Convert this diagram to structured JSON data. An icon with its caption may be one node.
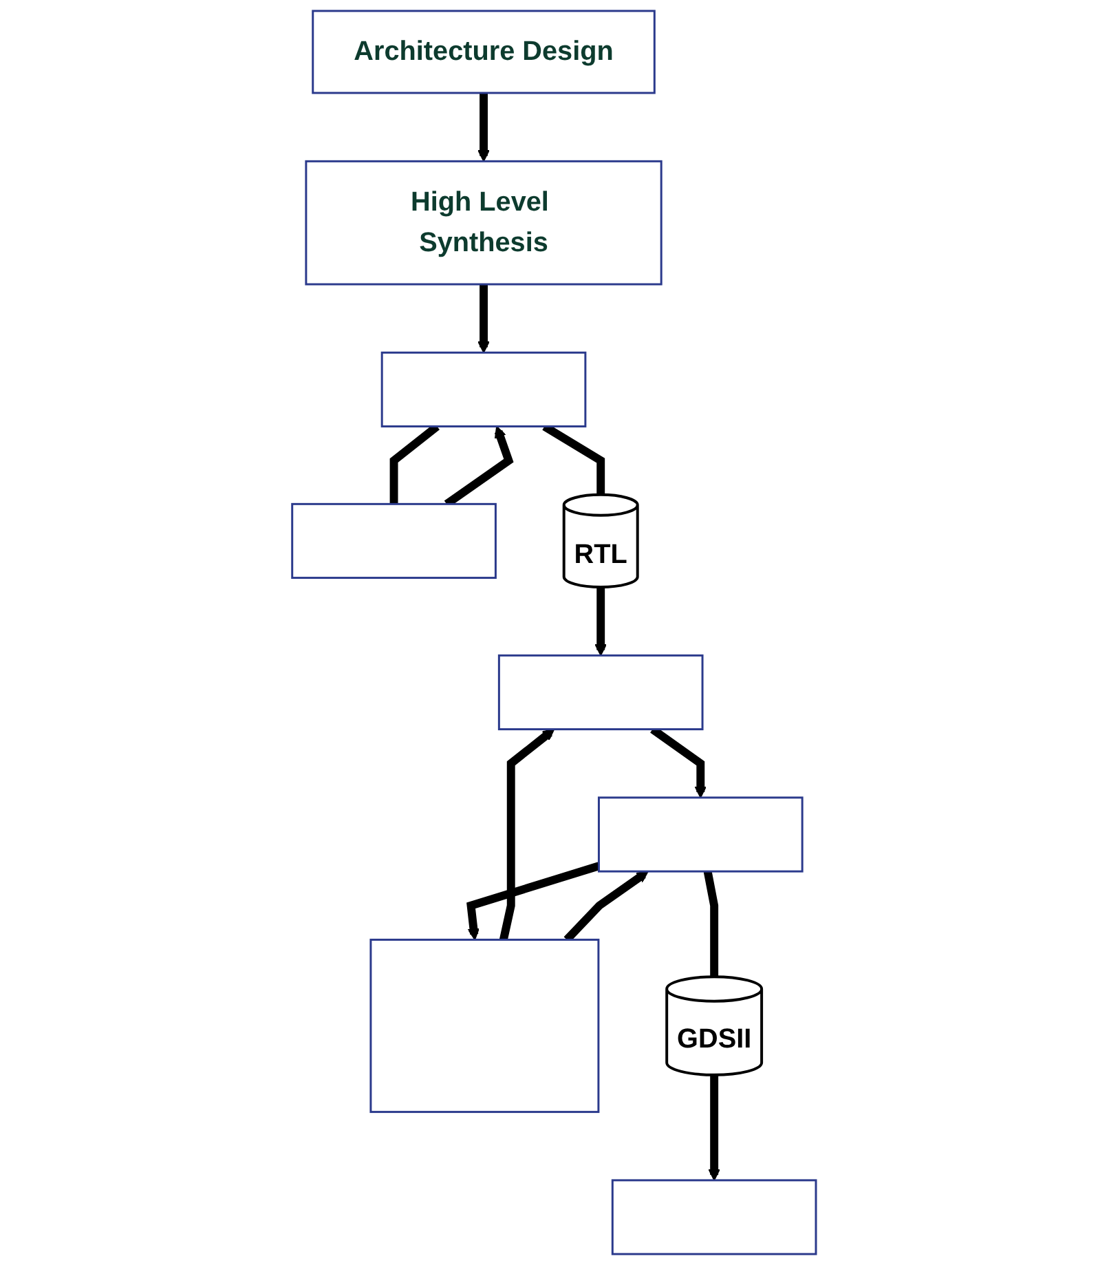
{
  "diagram": {
    "nodes": [
      {
        "text": [
          "Architecture Design"
        ]
      },
      {
        "text": [
          "High Level Synthesis"
        ]
      },
      {
        "text": [],
        "shape": "box"
      },
      {
        "text": [],
        "shape": "box"
      },
      {
        "text": [
          "RTL"
        ]
      },
      {
        "text": [],
        "shape": "box"
      },
      {
        "text": [],
        "shape": "box"
      },
      {
        "text": [],
        "shape": "box"
      },
      {
        "text": [
          "GDSII"
        ]
      },
      {
        "text": [],
        "shape": "box"
      }
    ],
    "edges": [
      {
        "from": 0,
        "to": 1,
        "arrow": "to"
      },
      {
        "from": 1,
        "to": 2,
        "arrow": "to"
      },
      {
        "from": 3,
        "to": 2,
        "arrow": "to"
      },
      {
        "from": 2,
        "to": 3,
        "arrow": "none"
      },
      {
        "from": 2,
        "to": 4,
        "arrow": "none"
      },
      {
        "from": 4,
        "to": 5,
        "arrow": "to"
      },
      {
        "from": 6,
        "to": 5,
        "arrow": "to"
      },
      {
        "from": 5,
        "to": 7,
        "arrow": "to"
      },
      {
        "from": 6,
        "to": 7,
        "arrow": "to"
      },
      {
        "from": 7,
        "to": 6,
        "arrow": "to"
      },
      {
        "from": 7,
        "to": 8,
        "arrow": "none"
      },
      {
        "from": 8,
        "to": 9,
        "arrow": "to"
      }
    ]
  }
}
